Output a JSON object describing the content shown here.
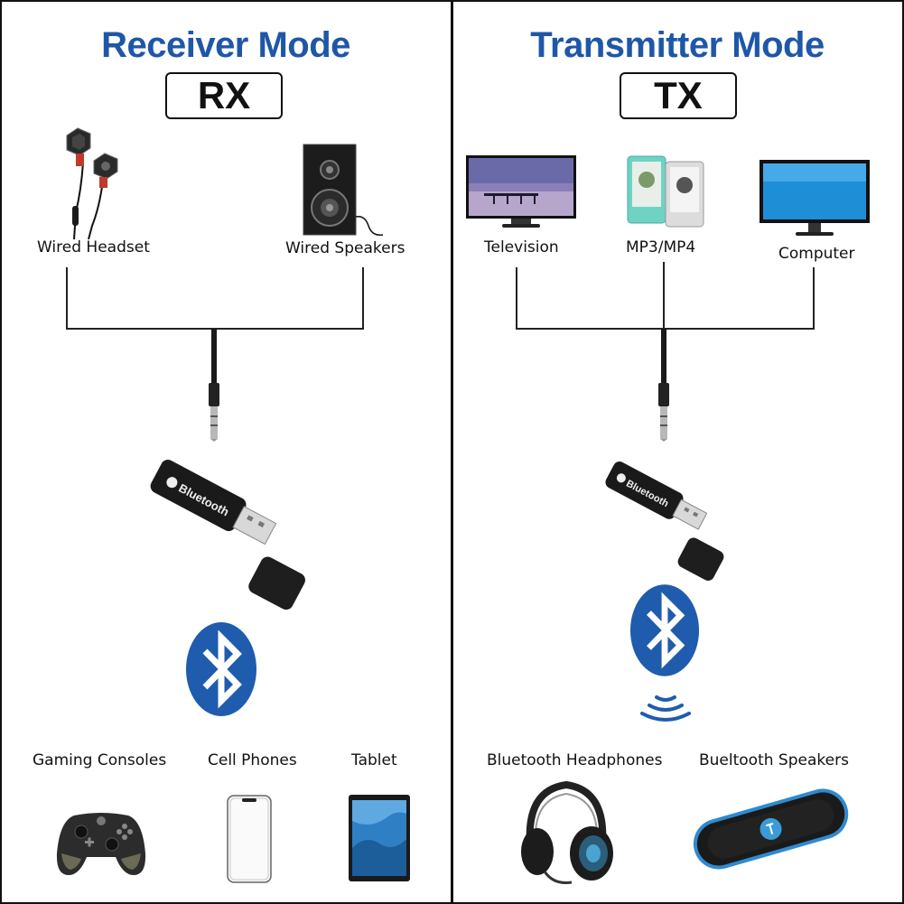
{
  "receiver": {
    "title": "Receiver Mode",
    "mode": "RX",
    "sources": [
      {
        "label": "Wired Headset",
        "icon": "wired-headset-icon"
      },
      {
        "label": "Wired Speakers",
        "icon": "wired-speaker-icon"
      }
    ],
    "device_text": "Bluetooth",
    "targets": [
      {
        "label": "Gaming Consoles",
        "icon": "game-controller-icon"
      },
      {
        "label": "Cell Phones",
        "icon": "cell-phone-icon"
      },
      {
        "label": "Tablet",
        "icon": "tablet-icon"
      }
    ]
  },
  "transmitter": {
    "title": "Transmitter Mode",
    "mode": "TX",
    "sources": [
      {
        "label": "Television",
        "icon": "television-icon"
      },
      {
        "label": "MP3/MP4",
        "icon": "mp3-player-icon"
      },
      {
        "label": "Computer",
        "icon": "computer-monitor-icon"
      }
    ],
    "device_text": "Bluetooth",
    "targets": [
      {
        "label": "Bluetooth Headphones",
        "icon": "bluetooth-headphones-icon"
      },
      {
        "label": "Bueltooth Speakers",
        "icon": "bluetooth-speaker-icon"
      }
    ]
  },
  "colors": {
    "title_blue": "#1f57a8",
    "bluetooth_blue": "#1f5cad"
  }
}
